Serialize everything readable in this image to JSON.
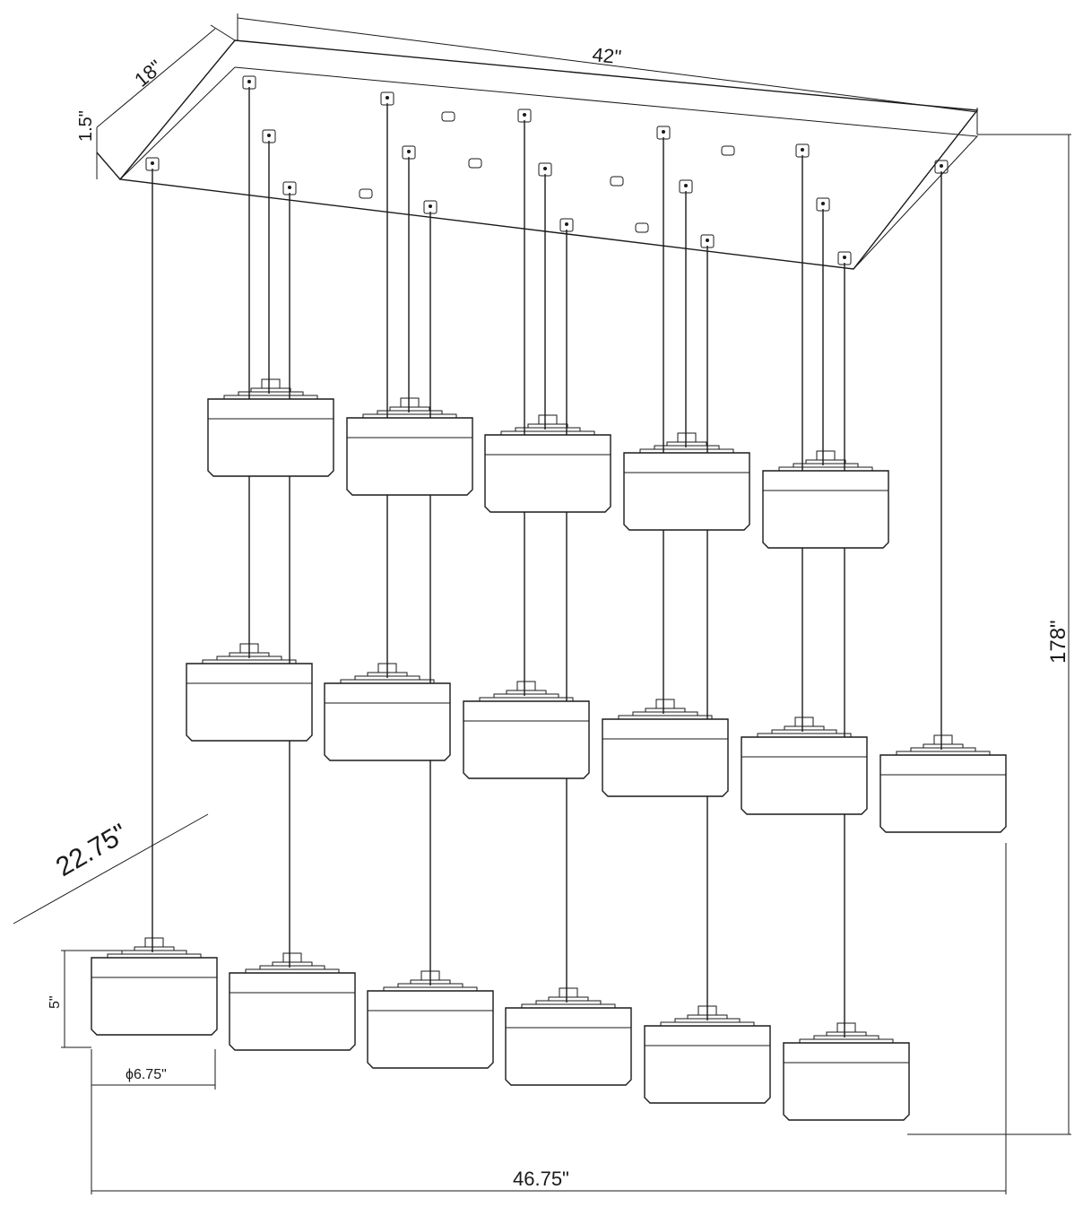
{
  "dimensions": {
    "canopy_length": "42\"",
    "canopy_depth": "18\"",
    "canopy_height": "1.5\"",
    "overall_height": "178\"",
    "overall_depth": "22.75\"",
    "shade_height": "5\"",
    "shade_diameter": "ϕ6.75\"",
    "overall_width": "46.75\""
  }
}
